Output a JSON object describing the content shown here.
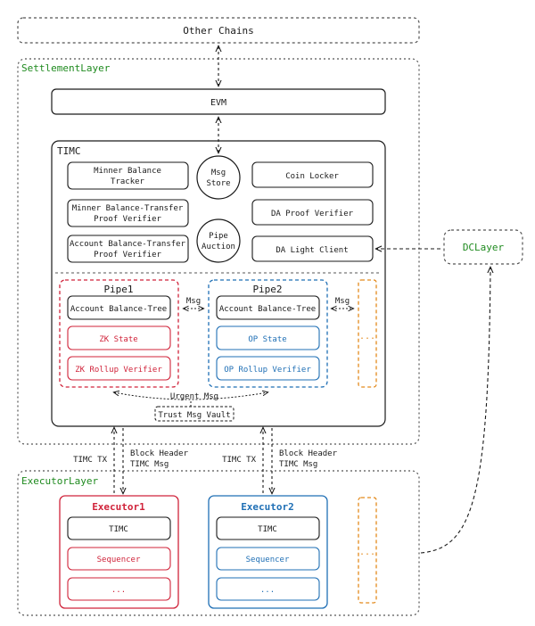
{
  "other_chains": "Other Chains",
  "settlement": {
    "title": "SettlementLayer",
    "evm": "EVM",
    "timc": {
      "title": "TIMC",
      "left_modules": [
        [
          "Minner Balance",
          "Tracker"
        ],
        [
          "Minner Balance-Transfer",
          "Proof Verifier"
        ],
        [
          "Account Balance-Transfer",
          "Proof Verifier"
        ]
      ],
      "msg_store": [
        "Msg",
        "Store"
      ],
      "pipe_auction": [
        "Pipe",
        "Auction"
      ],
      "right_modules": [
        "Coin Locker",
        "DA Proof Verifier",
        "DA Light Client"
      ],
      "pipe1": {
        "title": "Pipe1",
        "tree": "Account Balance-Tree",
        "state": "ZK State",
        "verifier": "ZK Rollup Verifier"
      },
      "pipe2": {
        "title": "Pipe2",
        "tree": "Account Balance-Tree",
        "state": "OP State",
        "verifier": "OP Rollup Verifier"
      },
      "pipe_more": "...",
      "msg_label_1": "Msg",
      "msg_label_2": "Msg",
      "urgent_msg": "Urgent Msg",
      "trust_vault": "Trust Msg Vault"
    }
  },
  "dc_layer": "DCLayer",
  "links": {
    "timc_tx_1": "TIMC TX",
    "header_1": [
      "Block Header",
      "TIMC Msg"
    ],
    "timc_tx_2": "TIMC TX",
    "header_2": [
      "Block Header",
      "TIMC Msg"
    ]
  },
  "executor_layer": {
    "title": "ExecutorLayer",
    "executor1": {
      "title": "Executor1",
      "timc": "TIMC",
      "sequencer": "Sequencer",
      "more": "..."
    },
    "executor2": {
      "title": "Executor2",
      "timc": "TIMC",
      "sequencer": "Sequencer",
      "more": "..."
    },
    "more": "..."
  },
  "colors": {
    "green": "#1e8a1e",
    "red": "#d0233a",
    "blue": "#1f6fb5",
    "orange": "#e38a1c",
    "ink": "#1a1a1a"
  }
}
